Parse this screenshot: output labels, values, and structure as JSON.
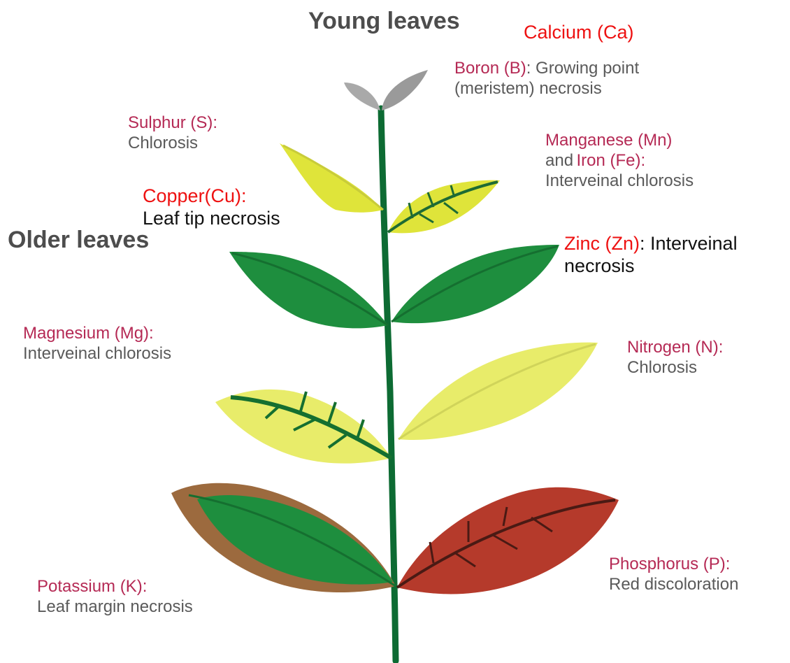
{
  "headings": {
    "young": "Young leaves",
    "older": "Older leaves"
  },
  "labels": {
    "calcium": "Calcium (Ca)",
    "boron_name": "Boron (B)",
    "boron_sym1": ": Growing point",
    "boron_sym2": "(meristem) necrosis",
    "sulphur_name": "Sulphur (S):",
    "sulphur_sym": "Chlorosis",
    "manganese_name": "Manganese (Mn)",
    "and_text": "and",
    "iron_name": "Iron (Fe):",
    "manganese_sym": "Interveinal chlorosis",
    "copper_name": "Copper(Cu):",
    "copper_sym": "Leaf tip necrosis",
    "zinc_name": "Zinc (Zn)",
    "zinc_sym1": ": Interveinal",
    "zinc_sym2": "necrosis",
    "magnesium_name": "Magnesium (Mg):",
    "magnesium_sym": "Interveinal chlorosis",
    "nitrogen_name": "Nitrogen (N):",
    "nitrogen_sym": "Chlorosis",
    "potassium_name": "Potassium (K):",
    "potassium_sym": "Leaf margin necrosis",
    "phosphorus_name": "Phosphorus (P):",
    "phosphorus_sym": "Red discoloration"
  },
  "colors": {
    "stem": "#0d6b33",
    "dark_green_leaf": "#1e8e3e",
    "yellow_leaf": "#dfe43a",
    "pale_yellow_leaf": "#e8ec6a",
    "grey_bud": "#a9a9a9",
    "brown_margin": "#9c6a3e",
    "red_leaf": "#b53a2b",
    "nutrient_text": "#b52a55",
    "symptom_text": "#5a5a5a",
    "added_red_text": "#ee1111"
  }
}
